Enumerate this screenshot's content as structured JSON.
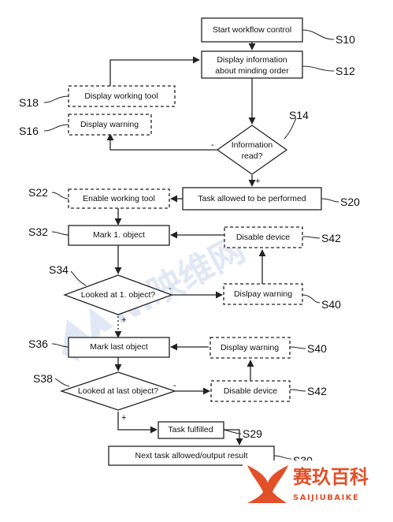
{
  "nodes": {
    "start": "Start workflow control",
    "display_info_1": "Display information",
    "display_info_2": "about minding order",
    "display_working_tool": "Display working tool",
    "display_warning_top": "Display warning",
    "info_read_1": "Information",
    "info_read_2": "read?",
    "enable_working_tool": "Enable working tool",
    "task_allowed": "Task allowed to be performed",
    "mark_first": "Mark 1. object",
    "disable_device_top": "Disable device",
    "looked_first": "Looked at 1. object?",
    "display_warning_mid": "Dislpay warning",
    "mark_last": "Mark last object",
    "display_warning_low": "Display warning",
    "looked_last": "Looked at last object?",
    "disable_device_low": "Disable device",
    "task_fulfilled": "Task fulfilled",
    "next_task": "Next task allowed/output result"
  },
  "refs": {
    "s10": "S10",
    "s12": "S12",
    "s14": "S14",
    "s16": "S16",
    "s18": "S18",
    "s20": "S20",
    "s22": "S22",
    "s29": "S29",
    "s30": "S30",
    "s32": "S32",
    "s34": "S34",
    "s36": "S36",
    "s38": "S38",
    "s40a": "S40",
    "s40b": "S40",
    "s42a": "S42",
    "s42b": "S42"
  },
  "signs": {
    "minus": "-",
    "plus": "+"
  },
  "watermark": {
    "logo_cn": "赛玖百科",
    "logo_en": "SAIJIUBAIKE",
    "diagonal": "NI映维网"
  },
  "colors": {
    "line": "#222222",
    "logo": "#e2502a",
    "watermark": "#5b82c9"
  }
}
